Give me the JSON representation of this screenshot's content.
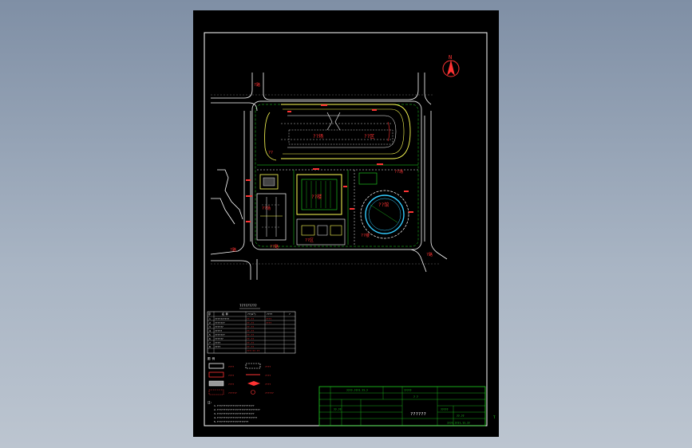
{
  "viewer": {
    "background_top": "#7f8fa5",
    "background_bottom": "#bcc5d0"
  },
  "drawing": {
    "north_letter": "N",
    "road_label_nw": "?路",
    "road_label_w": "?路",
    "road_label_e": "?路",
    "road_label_s": "??路",
    "map_labels": [
      "??场",
      "??区",
      "??楼",
      "??馆",
      "??场",
      "??区",
      "??",
      "??场",
      "??楼"
    ],
    "colors": {
      "border": "#ffffff",
      "road": "#ffffff",
      "building": "#ffff55",
      "label": "#ff2222",
      "green": "#22dd22",
      "cyan": "#33ccff",
      "titleblock": "#22ee22"
    }
  },
  "schedule": {
    "title": "?????????",
    "header": [
      "序",
      "名  称",
      "??(m²)",
      "????",
      "?"
    ],
    "rows": [
      [
        "1",
        "??????????",
        "??.??",
        "????",
        ""
      ],
      [
        "2",
        "???????",
        "??.??",
        "????",
        ""
      ],
      [
        "3",
        "??????",
        "??.??",
        "",
        ""
      ],
      [
        "4",
        "?????",
        "??.??",
        "",
        ""
      ],
      [
        "5",
        "???????",
        "??.??",
        "",
        ""
      ],
      [
        "6",
        "??????",
        "??.??",
        "",
        ""
      ],
      [
        "7",
        "????",
        "??.??",
        "",
        ""
      ],
      [
        "8",
        "????",
        "??.??",
        "",
        ""
      ]
    ],
    "total": "???:??.??"
  },
  "legend": {
    "title": "图 例",
    "items": [
      "????",
      "????",
      "????",
      "????",
      "????",
      "????",
      "??????",
      "??????"
    ]
  },
  "notes": {
    "title": "注:",
    "lines": [
      "1.??????????????????????????",
      "2.??????????????????????????????",
      "3.??????????????????????????",
      "4.????????????????????????????",
      "5.??????????????????????"
    ]
  },
  "title_block": {
    "project": "????-????-??-?",
    "phase": "?????",
    "scale": "? ?",
    "sheet_name": "??????",
    "code": "????-????-??-??",
    "dept": "?????",
    "date": "??.??"
  },
  "corner_mark": "T"
}
